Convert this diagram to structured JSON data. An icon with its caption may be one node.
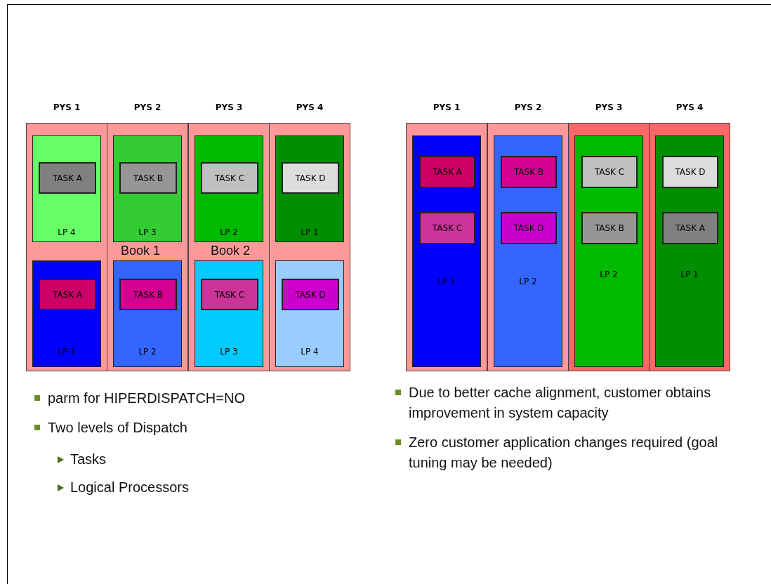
{
  "diagram": {
    "nodes": [
      {
        "text": [
          "PYS 1"
        ]
      },
      {
        "text": [
          "LP 4"
        ],
        "in": 0
      },
      {
        "text": [
          "TASK A"
        ],
        "in": 1
      },
      {
        "text": [
          "LP 1"
        ],
        "in": 0
      },
      {
        "text": [
          "TASK A"
        ],
        "in": 3
      },
      {
        "text": [
          "PYS 2"
        ]
      },
      {
        "text": [
          "LP 3"
        ],
        "in": 5
      },
      {
        "text": [
          "TASK B"
        ],
        "in": 6
      },
      {
        "text": [
          "LP 2"
        ],
        "in": 5
      },
      {
        "text": [
          "TASK B"
        ],
        "in": 8
      },
      {
        "text": [
          "PYS 3"
        ]
      },
      {
        "text": [
          "LP 2"
        ],
        "in": 10
      },
      {
        "text": [
          "TASK C"
        ],
        "in": 11
      },
      {
        "text": [
          "LP 3"
        ],
        "in": 10
      },
      {
        "text": [
          "TASK C"
        ],
        "in": 13
      },
      {
        "text": [
          "PYS 4"
        ]
      },
      {
        "text": [
          "LP 1"
        ],
        "in": 15
      },
      {
        "text": [
          "TASK D"
        ],
        "in": 16
      },
      {
        "text": [
          "LP 4"
        ],
        "in": 15
      },
      {
        "text": [
          "TASK D"
        ],
        "in": 18
      },
      {
        "text": [
          "PYS 1"
        ]
      },
      {
        "text": [
          "LP 1"
        ],
        "in": 20
      },
      {
        "text": [
          "TASK A"
        ],
        "in": 21
      },
      {
        "text": [
          "TASK C"
        ],
        "in": 21
      },
      {
        "text": [
          "PYS 2"
        ]
      },
      {
        "text": [
          "LP 2"
        ],
        "in": 24
      },
      {
        "text": [
          "TASK B"
        ],
        "in": 25
      },
      {
        "text": [
          "TASK D"
        ],
        "in": 25
      },
      {
        "text": [
          "PYS 3"
        ]
      },
      {
        "text": [
          "LP 2"
        ],
        "in": 28
      },
      {
        "text": [
          "TASK C"
        ],
        "in": 29
      },
      {
        "text": [
          "TASK B"
        ],
        "in": 29
      },
      {
        "text": [
          "PYS 4"
        ]
      },
      {
        "text": [
          "LP 1"
        ],
        "in": 32
      },
      {
        "text": [
          "TASK D"
        ],
        "in": 33
      },
      {
        "text": [
          "TASK A"
        ],
        "in": 33
      }
    ],
    "labels": [
      "Book 1",
      "Book 2",
      "parm for HIPERDISPATCH=NO",
      "Two levels of Dispatch",
      "Tasks",
      "Logical Processors",
      "Due to better cache alignment, customer obtains improvement in system capacity",
      "Zero customer application changes required (goal tuning may be needed)"
    ]
  }
}
